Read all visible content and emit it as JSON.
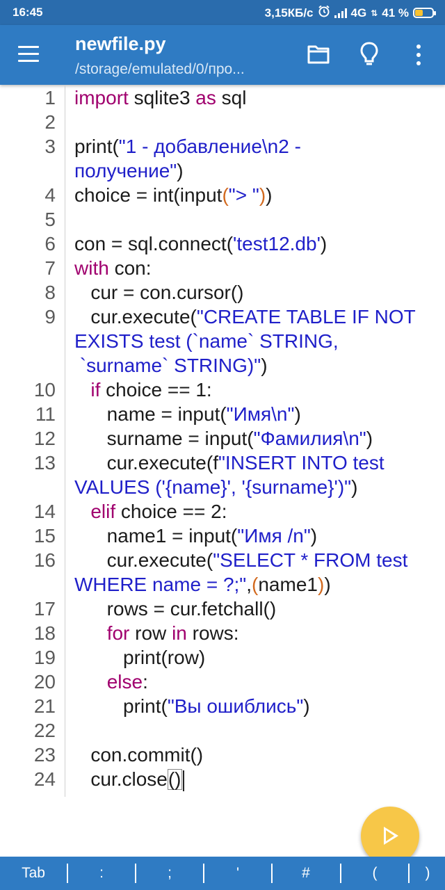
{
  "status_bar": {
    "time": "16:45",
    "net_speed": "3,15КБ/с",
    "network": "4G",
    "battery": "41 %"
  },
  "app_bar": {
    "title": "newfile.py",
    "path": "/storage/emulated/0/про..."
  },
  "colors": {
    "app_bar": "#2f7bc3",
    "keyword": "#a0006e",
    "string": "#1f1fc9",
    "paren": "#d2691e",
    "run_button": "#f7c748"
  },
  "icons": [
    "menu-icon",
    "folder-icon",
    "lightbulb-icon",
    "more-vert-icon",
    "play-icon"
  ],
  "code": {
    "line_numbers": [
      "1",
      "2",
      "3",
      "4",
      "5",
      "6",
      "7",
      "8",
      "9",
      "10",
      "11",
      "12",
      "13",
      "14",
      "15",
      "16",
      "17",
      "18",
      "19",
      "20",
      "21",
      "22",
      "23",
      "24"
    ],
    "lines": [
      [
        {
          "t": "import",
          "c": "kw"
        },
        {
          "t": " sqlite3 "
        },
        {
          "t": "as",
          "c": "kw"
        },
        {
          "t": " sql"
        }
      ],
      [],
      [
        {
          "t": "print("
        },
        {
          "t": "\"1 - добавление\\n2 -",
          "c": "str"
        }
      ],
      [
        {
          "t": "получение\"",
          "c": "str"
        },
        {
          "t": ")"
        }
      ],
      [
        {
          "t": "choice = int(input"
        },
        {
          "t": "(",
          "c": "par"
        },
        {
          "t": "\"> \"",
          "c": "str"
        },
        {
          "t": ")",
          "c": "par"
        },
        {
          "t": ")"
        }
      ],
      [],
      [
        {
          "t": "con = sql.connect("
        },
        {
          "t": "'test12.db'",
          "c": "str"
        },
        {
          "t": ")"
        }
      ],
      [
        {
          "t": "with",
          "c": "kw"
        },
        {
          "t": " con:"
        }
      ],
      [
        {
          "t": "   cur = con.cursor()"
        }
      ],
      [
        {
          "t": "   cur.execute("
        },
        {
          "t": "\"CREATE TABLE IF NOT",
          "c": "str"
        }
      ],
      [
        {
          "t": "EXISTS test (`name` STRING,",
          "c": "str"
        }
      ],
      [
        {
          "t": " `surname` STRING)\"",
          "c": "str"
        },
        {
          "t": ")"
        }
      ],
      [
        {
          "t": "   "
        },
        {
          "t": "if",
          "c": "kw"
        },
        {
          "t": " choice == 1:"
        }
      ],
      [
        {
          "t": "      name = input("
        },
        {
          "t": "\"Имя\\n\"",
          "c": "str"
        },
        {
          "t": ")"
        }
      ],
      [
        {
          "t": "      surname = input("
        },
        {
          "t": "\"Фамилия\\n\"",
          "c": "str"
        },
        {
          "t": ")"
        }
      ],
      [
        {
          "t": "      cur.execute(f"
        },
        {
          "t": "\"INSERT INTO test",
          "c": "str"
        }
      ],
      [
        {
          "t": "VALUES ('{name}', '{surname}')\"",
          "c": "str"
        },
        {
          "t": ")"
        }
      ],
      [
        {
          "t": "   "
        },
        {
          "t": "elif",
          "c": "kw"
        },
        {
          "t": " choice == 2:"
        }
      ],
      [
        {
          "t": "      name1 = input("
        },
        {
          "t": "\"Имя /n\"",
          "c": "str"
        },
        {
          "t": ")"
        }
      ],
      [
        {
          "t": "      cur.execute("
        },
        {
          "t": "\"SELECT * FROM test",
          "c": "str"
        }
      ],
      [
        {
          "t": "WHERE name = ?;\"",
          "c": "str"
        },
        {
          "t": ","
        },
        {
          "t": "(",
          "c": "par"
        },
        {
          "t": "name1"
        },
        {
          "t": ")",
          "c": "par"
        },
        {
          "t": ")"
        }
      ],
      [
        {
          "t": "      rows = cur.fetchall()"
        }
      ],
      [
        {
          "t": "      "
        },
        {
          "t": "for",
          "c": "kw"
        },
        {
          "t": " row "
        },
        {
          "t": "in",
          "c": "kw"
        },
        {
          "t": " rows:"
        }
      ],
      [
        {
          "t": "         print(row)"
        }
      ],
      [
        {
          "t": "      "
        },
        {
          "t": "else",
          "c": "kw"
        },
        {
          "t": ":"
        }
      ],
      [
        {
          "t": "         print("
        },
        {
          "t": "\"Вы ошиблись\"",
          "c": "str"
        },
        {
          "t": ")"
        }
      ],
      [],
      [
        {
          "t": "   con.commit()"
        }
      ],
      [
        {
          "t": "   cur.close"
        },
        {
          "t": "()",
          "c": "cursor"
        }
      ]
    ],
    "ln_rows": [
      0,
      1,
      2,
      4,
      5,
      6,
      7,
      8,
      9,
      12,
      13,
      14,
      15,
      17,
      18,
      19,
      21,
      22,
      23,
      24,
      25,
      26,
      27,
      28
    ]
  },
  "symbol_bar": [
    "Tab",
    ":",
    ";",
    "'",
    "#",
    "(",
    ")"
  ]
}
